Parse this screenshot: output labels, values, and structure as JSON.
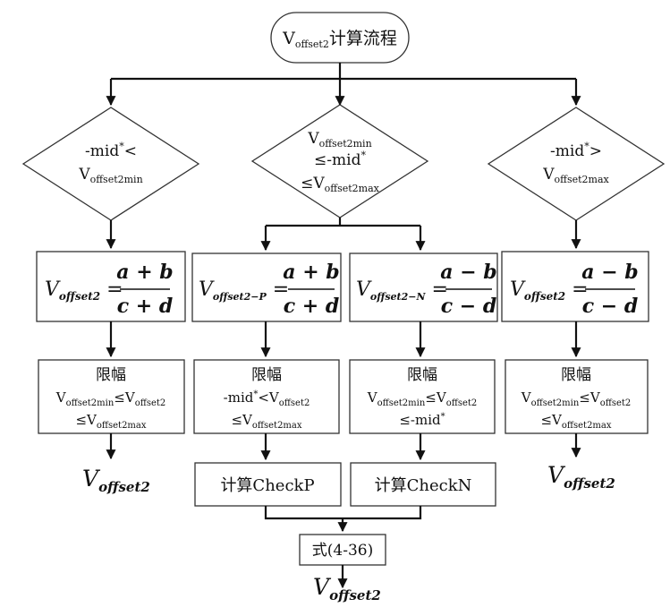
{
  "start": {
    "main": "V",
    "sub": "offset2",
    "text": "计算流程"
  },
  "branches": {
    "left": {
      "line1_main": "-mid",
      "line1_sup": "*",
      "line1_tail": "<",
      "line2_main": "V",
      "line2_sub": "offset2min"
    },
    "middle": {
      "line1_main": "V",
      "line1_sub": "offset2min",
      "line2_main": "≤-mid",
      "line2_sup": "*",
      "line3_main": "≤V",
      "line3_sub": "offset2max"
    },
    "right": {
      "line1_main": "-mid",
      "line1_sup": "*",
      "line1_tail": ">",
      "line2_main": "V",
      "line2_sub": "offset2max"
    }
  },
  "formulas": [
    {
      "lhs": "V",
      "lhs_sub": "offset2",
      "num": "a + b",
      "den": "c + d"
    },
    {
      "lhs": "V",
      "lhs_sub": "offset2−P",
      "num": "a + b",
      "den": "c + d"
    },
    {
      "lhs": "V",
      "lhs_sub": "offset2−N",
      "num": "a − b",
      "den": "c − d"
    },
    {
      "lhs": "V",
      "lhs_sub": "offset2",
      "num": "a − b",
      "den": "c − d"
    }
  ],
  "limits": [
    {
      "title": "限幅",
      "l2a": "V",
      "l2a_sub": "offset2min",
      "l2b": "≤V",
      "l2b_sub": "offset2",
      "l3a": "≤V",
      "l3a_sub": "offset2max"
    },
    {
      "title": "限幅",
      "l2a": "-mid",
      "l2a_sup": "*",
      "l2b": "<V",
      "l2b_sub": "offset2",
      "l3a": "≤V",
      "l3a_sub": "offset2max"
    },
    {
      "title": "限幅",
      "l2a": "V",
      "l2a_sub": "offset2min",
      "l2b": "≤V",
      "l2b_sub": "offset2",
      "l3a": "≤-mid",
      "l3a_sup": "*"
    },
    {
      "title": "限幅",
      "l2a": "V",
      "l2a_sub": "offset2min",
      "l2b": "≤V",
      "l2b_sub": "offset2",
      "l3a": "≤V",
      "l3a_sub": "offset2max"
    }
  ],
  "checks": {
    "p": "计算CheckP",
    "n": "计算CheckN"
  },
  "equation": "式(4-36)",
  "outputs": {
    "main": "V",
    "sub": "offset2"
  }
}
